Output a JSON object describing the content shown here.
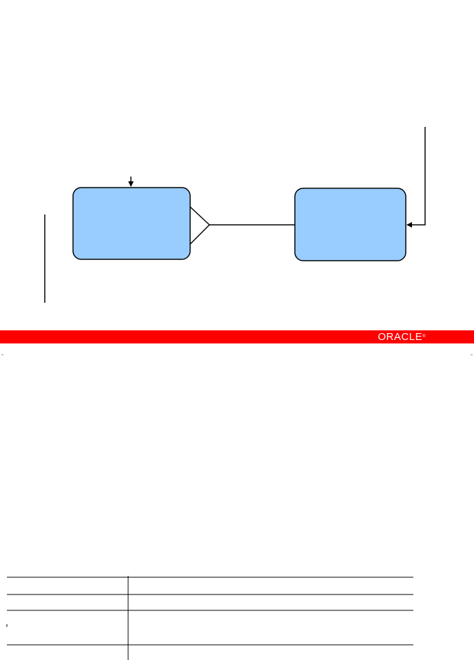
{
  "header": {
    "logo_text": "ORACLE",
    "logo_mark": "®"
  },
  "colors": {
    "entity_fill": "#99ccff",
    "line": "#000000",
    "brand_bar": "#ff0000"
  },
  "diagram": {
    "entities": [
      {
        "id": "entity-left",
        "label": ""
      },
      {
        "id": "entity-right",
        "label": ""
      }
    ],
    "relationship": {
      "from": "entity-left",
      "to": "entity-right",
      "left_end": "crows-foot"
    }
  },
  "notes_table": {
    "rows": [
      [
        "",
        ""
      ],
      [
        "",
        ""
      ],
      [
        "",
        ""
      ]
    ]
  }
}
